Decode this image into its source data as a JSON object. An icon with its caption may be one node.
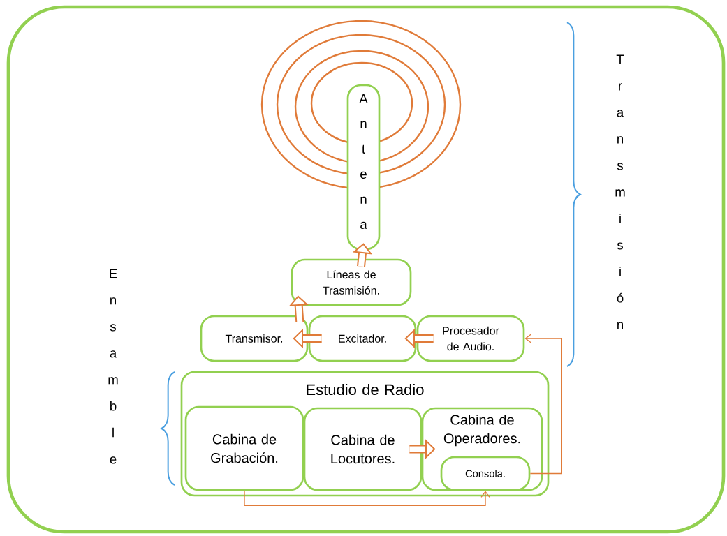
{
  "diagram": {
    "nodes": [
      {
        "text": [
          "Antena"
        ]
      },
      {
        "text": [
          "Líneas de Trasmisión."
        ]
      },
      {
        "text": [
          "Transmisor."
        ]
      },
      {
        "text": [
          "Excitador."
        ]
      },
      {
        "text": [
          "Procesador de Audio."
        ]
      },
      {
        "text": [
          "Estudio de Radio"
        ]
      },
      {
        "text": [
          "Cabina de Grabación."
        ],
        "in": 5
      },
      {
        "text": [
          "Cabina de Locutores."
        ],
        "in": 5
      },
      {
        "text": [
          "Cabina de Operadores."
        ],
        "in": 5
      },
      {
        "text": [
          "Consola."
        ],
        "in": 8
      }
    ],
    "edges": [
      {
        "from": 1,
        "to": 0,
        "arrow": "to"
      },
      {
        "from": 2,
        "to": 1,
        "arrow": "to"
      },
      {
        "from": 3,
        "to": 2,
        "arrow": "to"
      },
      {
        "from": 4,
        "to": 3,
        "arrow": "to"
      },
      {
        "from": 7,
        "to": 8,
        "arrow": "to"
      },
      {
        "from": 9,
        "to": 4,
        "arrow": "to"
      },
      {
        "from": 6,
        "to": 9,
        "arrow": "to"
      }
    ],
    "labels": [
      "Transmisión",
      "Ensamble"
    ]
  }
}
